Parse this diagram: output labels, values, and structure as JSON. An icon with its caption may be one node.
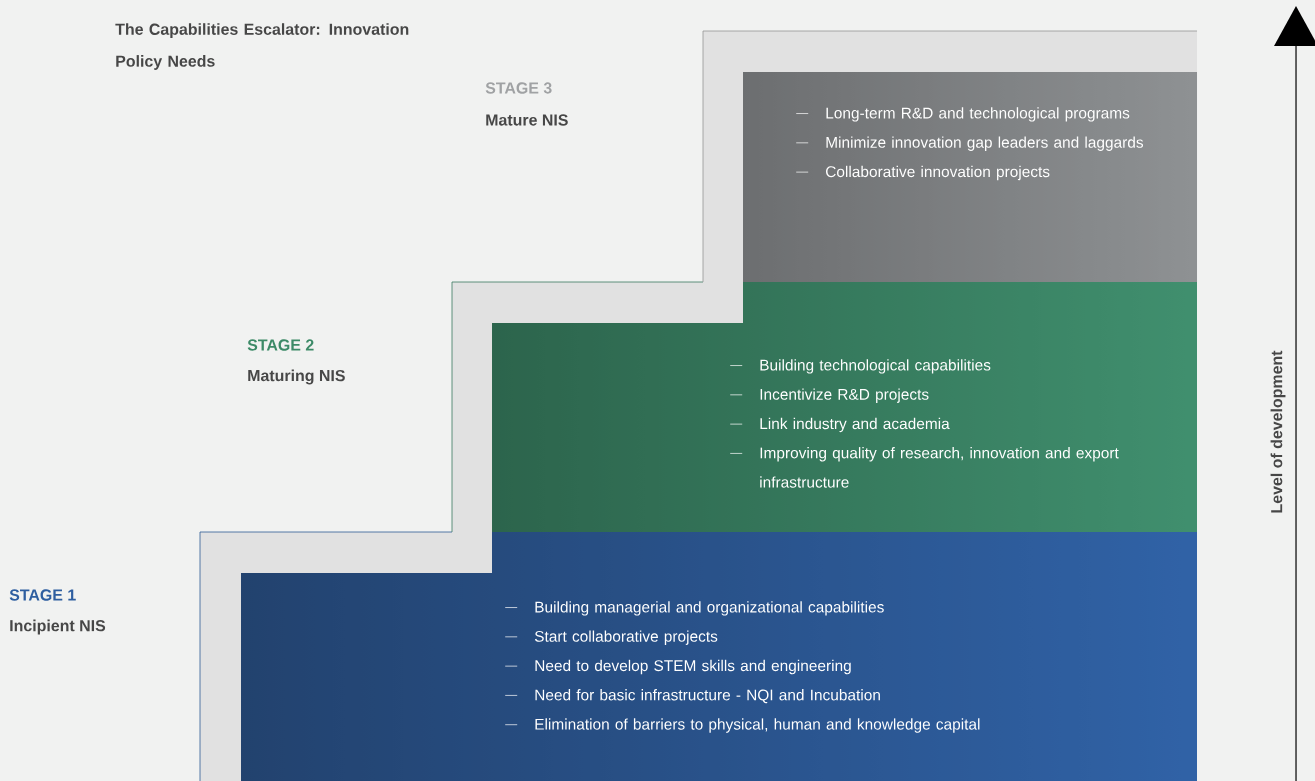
{
  "diagram": {
    "title": "The Capabilities Escalator: Innovation Policy Needs",
    "nodes": [
      {
        "text": [
          "Long-term R&D and  technological programs",
          "Minimize innovation gap leaders and laggards",
          "Collaborative innovation projects"
        ]
      },
      {
        "text": [
          "Building technological capabilities",
          "Incentivize R&D projects",
          "Link industry and academia",
          "Improving quality of research, innovation and export infrastructure"
        ]
      },
      {
        "text": [
          "Building managerial and organizational capabilities",
          "Start collaborative projects",
          "Need to develop STEM skills and engineering",
          "Need for basic infrastructure - NQI and Incubation",
          "Elimination of barriers to physical, human and knowledge capital"
        ]
      }
    ],
    "labels": [
      "STAGE 3",
      "Mature NIS",
      "STAGE 2",
      "Maturing NIS",
      "STAGE 1",
      "Incipient NIS",
      "Level of development"
    ]
  }
}
